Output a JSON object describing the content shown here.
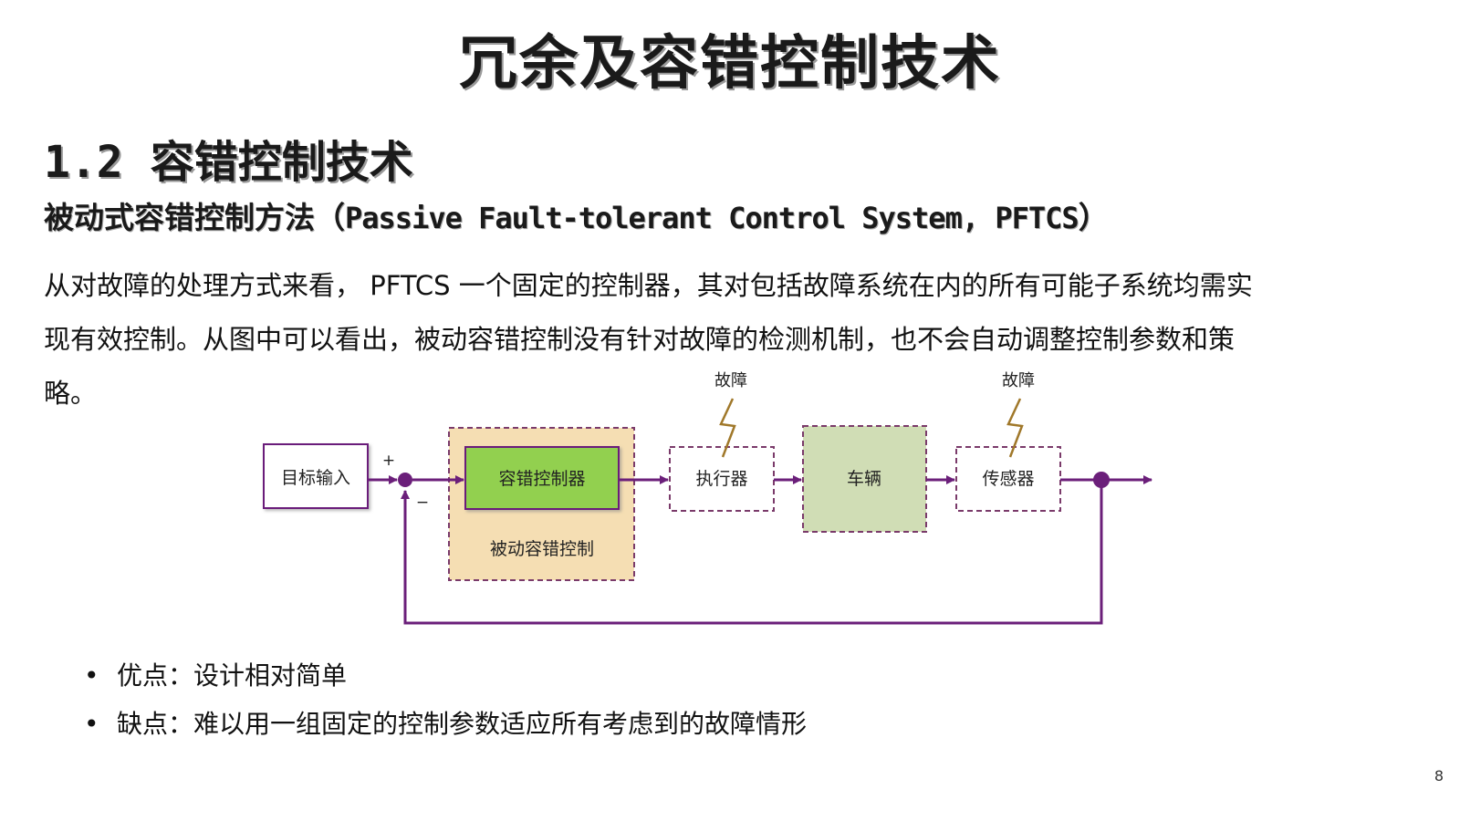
{
  "slide": {
    "title": "冗余及容错控制技术",
    "section_number": "1.2",
    "section_title": "容错控制技术",
    "subtitle_zh": "被动式容错控制方法（",
    "subtitle_en": "Passive Fault-tolerant Control System, PFTCS",
    "subtitle_close": "）",
    "paragraph_lines": [
      "从对故障的处理方式来看， PFTCS 一个固定的控制器，其对包括故障系统在内的所有可能子系统均需实",
      "现有效控制。从图中可以看出，被动容错控制没有针对故障的检测机制，也不会自动调整控制参数和策",
      "略。"
    ],
    "page_number": "8"
  },
  "diagram": {
    "input_label": "目标输入",
    "plus_sign": "+",
    "minus_sign": "−",
    "controller_label": "容错控制器",
    "passive_group_label": "被动容错控制",
    "actuator_label": "执行器",
    "vehicle_label": "车辆",
    "sensor_label": "传感器",
    "fault_label_actuator": "故障",
    "fault_label_sensor": "故障",
    "colors": {
      "line": "#6b1f7a",
      "controller_fill": "#92d050",
      "group_fill": "#f5deb3",
      "vehicle_fill": "#d0ddb5",
      "dashed_border": "#7a3a6a",
      "lightning": "#a0782a"
    }
  },
  "bullets": [
    {
      "marker": "•",
      "text": "优点：设计相对简单"
    },
    {
      "marker": "•",
      "text": "缺点：难以用一组固定的控制参数适应所有考虑到的故障情形"
    }
  ]
}
